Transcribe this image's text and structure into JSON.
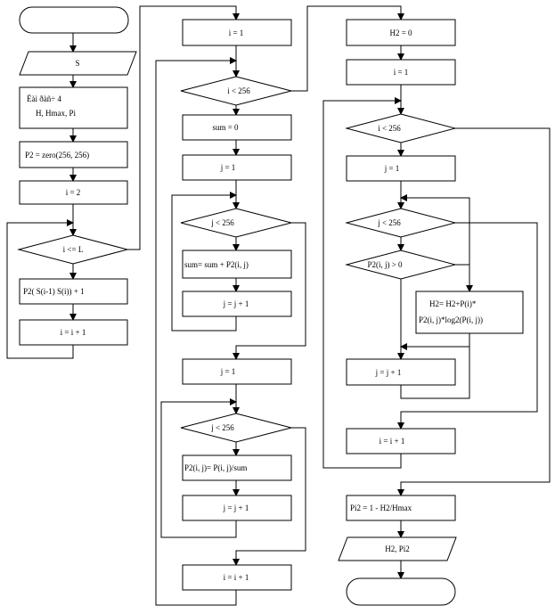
{
  "nodes": {
    "c1_start": "",
    "c1_input_s": "S",
    "c1_init_1": "Ëàì ðàñ÷ 4",
    "c1_init_2": "H, Hmax, Pi",
    "c1_p2_zeros": "P2 = zero(256, 256)",
    "c1_i_eq_2": "i = 2",
    "c1_cond_i_le_l": "i <= L",
    "c1_p2_update": "P2( S(i-1) S(i)) + 1",
    "c1_i_inc": "i = i + 1",
    "c2_i_eq_1": "i = 1",
    "c2_cond_i_lt_256": "i < 256",
    "c2_sum_eq_0": "sum = 0",
    "c2_j_eq_1_a": "j = 1",
    "c2_cond_j_lt_256_a": "j < 256",
    "c2_sum_update": "sum= sum + P2(i, j)",
    "c2_j_inc_a": "j = j + 1",
    "c2_j_eq_1_b": "j = 1",
    "c2_cond_j_lt_256_b": "j < 256",
    "c2_p2_normalize": "P2(i, j)= P(i, j)/sum",
    "c2_j_inc_b": "j = j + 1",
    "c2_i_inc": "i = i + 1",
    "c3_h2_eq_0": "H2 = 0",
    "c3_i_eq_1": "i = 1",
    "c3_cond_i_lt_256": "i < 256",
    "c3_j_eq_1": "j = 1",
    "c3_cond_j_lt_256": "j < 256",
    "c3_cond_p2_gt_0": "P2(i, j) > 0",
    "c3_h2_update_1": "H2= H2+P(i)*",
    "c3_h2_update_2": "P2(i, j)*log2(P(i, j))",
    "c3_j_inc": "j = j + 1",
    "c3_i_inc": "i = i + 1",
    "c3_pi2": "Pi2 = 1 - H2/Hmax",
    "c3_output": "H2, Pi2",
    "c3_end": ""
  }
}
